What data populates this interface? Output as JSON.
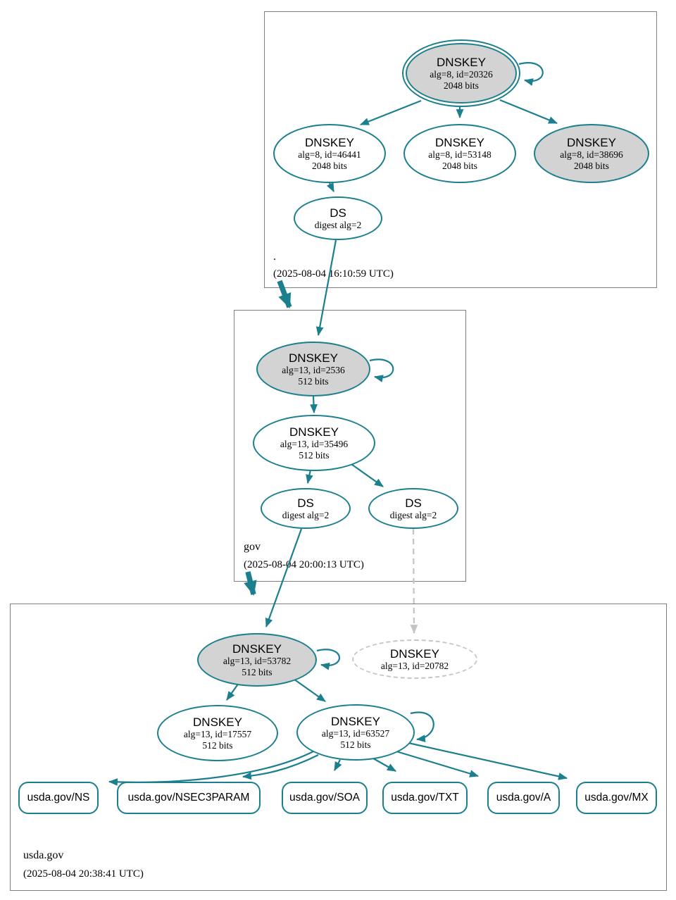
{
  "colors": {
    "edge_teal": "#1b7f8e",
    "node_fill_gray": "#d3d3d3",
    "dashed_gray": "#c4c4c4",
    "zone_border_gray": "#7f7f7f"
  },
  "zones": [
    {
      "name": ".",
      "timestamp": "(2025-08-04 16:10:59 UTC)",
      "nodes": {
        "ksk": {
          "title": "DNSKEY",
          "detail": "alg=8, id=20326",
          "bits": "2048 bits"
        },
        "zsk_46441": {
          "title": "DNSKEY",
          "detail": "alg=8, id=46441",
          "bits": "2048 bits"
        },
        "zsk_53148": {
          "title": "DNSKEY",
          "detail": "alg=8, id=53148",
          "bits": "2048 bits"
        },
        "key_38696": {
          "title": "DNSKEY",
          "detail": "alg=8, id=38696",
          "bits": "2048 bits"
        },
        "ds": {
          "title": "DS",
          "detail": "digest alg=2"
        }
      }
    },
    {
      "name": "gov",
      "timestamp": "(2025-08-04 20:00:13 UTC)",
      "nodes": {
        "ksk": {
          "title": "DNSKEY",
          "detail": "alg=13, id=2536",
          "bits": "512 bits"
        },
        "zsk": {
          "title": "DNSKEY",
          "detail": "alg=13, id=35496",
          "bits": "512 bits"
        },
        "ds1": {
          "title": "DS",
          "detail": "digest alg=2"
        },
        "ds2": {
          "title": "DS",
          "detail": "digest alg=2"
        }
      }
    },
    {
      "name": "usda.gov",
      "timestamp": "(2025-08-04 20:38:41 UTC)",
      "nodes": {
        "ksk": {
          "title": "DNSKEY",
          "detail": "alg=13, id=53782",
          "bits": "512 bits"
        },
        "missing_key": {
          "title": "DNSKEY",
          "detail": "alg=13, id=20782"
        },
        "zsk_17557": {
          "title": "DNSKEY",
          "detail": "alg=13, id=17557",
          "bits": "512 bits"
        },
        "zsk_63527": {
          "title": "DNSKEY",
          "detail": "alg=13, id=63527",
          "bits": "512 bits"
        },
        "rrsets": [
          {
            "label": "usda.gov/NS"
          },
          {
            "label": "usda.gov/NSEC3PARAM"
          },
          {
            "label": "usda.gov/SOA"
          },
          {
            "label": "usda.gov/TXT"
          },
          {
            "label": "usda.gov/A"
          },
          {
            "label": "usda.gov/MX"
          }
        ]
      }
    }
  ]
}
